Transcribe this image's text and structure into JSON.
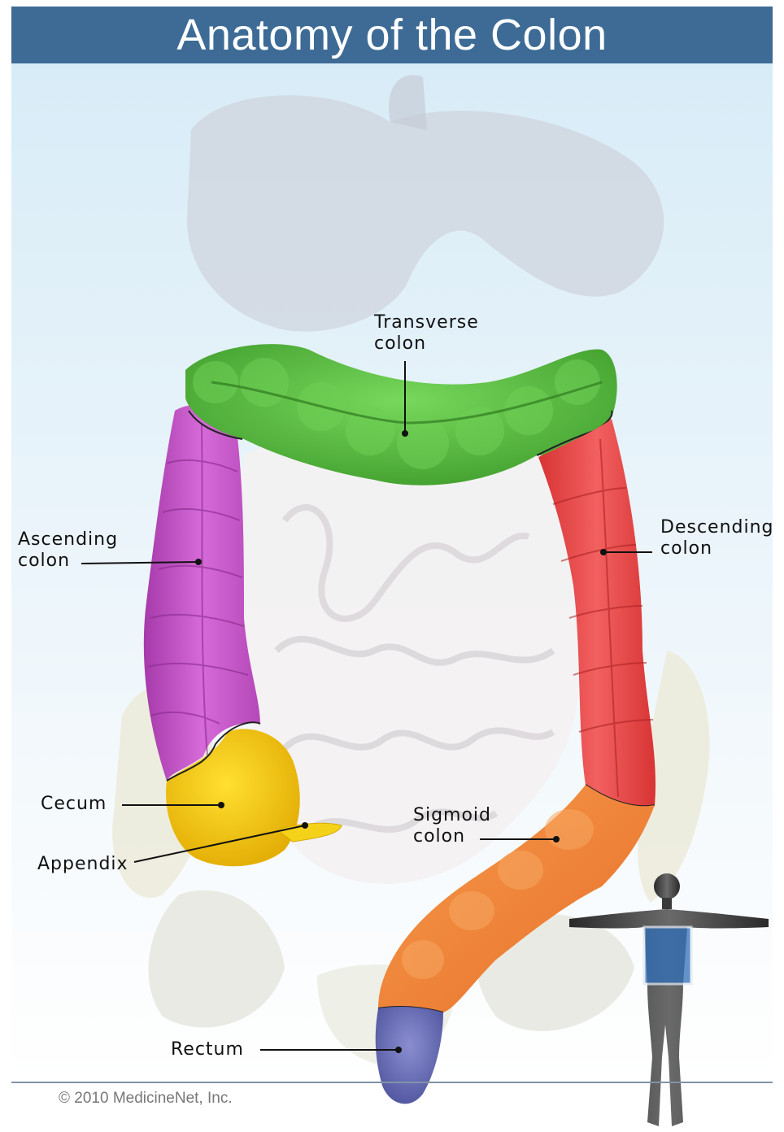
{
  "title": "Anatomy of the Colon",
  "labels": {
    "transverse": [
      "Transverse",
      "colon"
    ],
    "ascending": [
      "Ascending",
      "colon"
    ],
    "descending": [
      "Descending",
      "colon"
    ],
    "cecum": "Cecum",
    "appendix": "Appendix",
    "sigmoid": [
      "Sigmoid",
      "colon"
    ],
    "rectum": "Rectum"
  },
  "copyright": "© 2010 MedicineNet, Inc.",
  "colors": {
    "title_bar": "#3d6b96",
    "transverse": "#4caf35",
    "ascending": "#c24fc4",
    "descending": "#ec4848",
    "cecum": "#f2c20a",
    "sigmoid": "#f08a3a",
    "rectum": "#6e72b8"
  }
}
